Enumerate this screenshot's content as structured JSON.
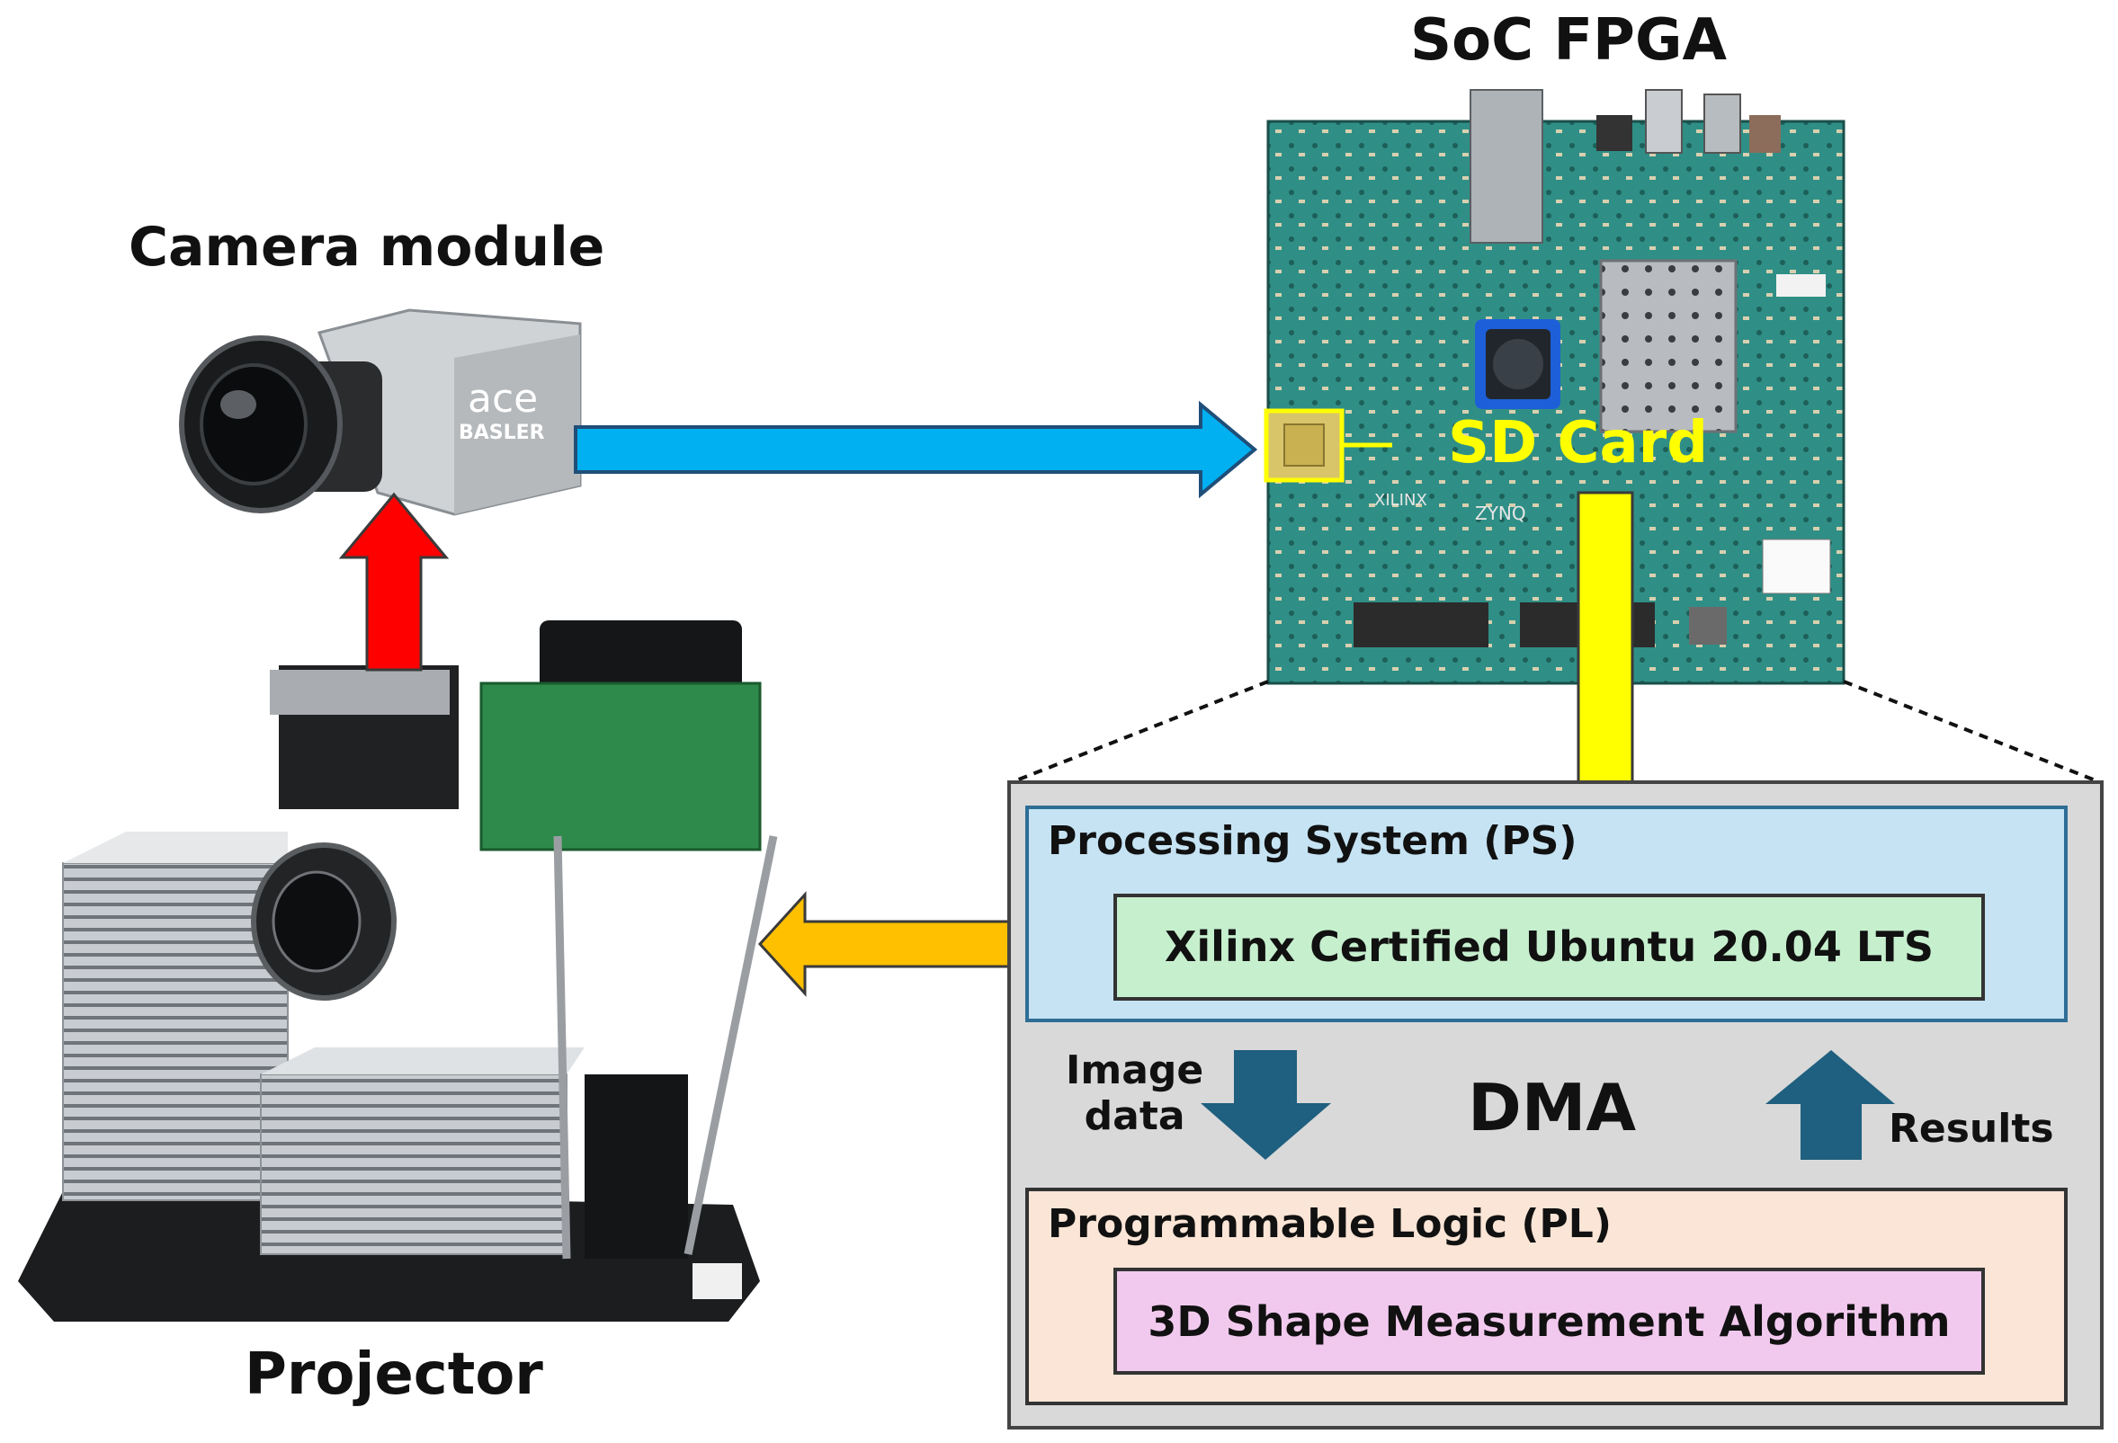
{
  "labels": {
    "soc_fpga": "SoC FPGA",
    "camera_module": "Camera module",
    "projector": "Projector",
    "sd_card": "SD Card",
    "processing_system": "Processing System (PS)",
    "ubuntu": "Xilinx Certified Ubuntu 20.04 LTS",
    "dma": "DMA",
    "image_data_line1": "Image",
    "image_data_line2": "data",
    "results": "Results",
    "programmable_logic": "Programmable Logic (PL)",
    "algorithm": "3D Shape Measurement Algorithm"
  },
  "board_markings": {
    "camera_brand": "ace",
    "camera_maker": "BASLER",
    "fpga_vendor": "XILINX",
    "fpga_family": "ZYNQ"
  },
  "colors": {
    "camera_to_fpga_arrow": "#00b0f0",
    "projector_to_camera_arrow": "#ff0000",
    "sd_to_ps_arrow": "#ffff00",
    "ubuntu_to_projector_arrow": "#ffc000",
    "dma_arrows": "#1f5f7f",
    "outer_panel": "#d9d9d9",
    "ps_panel": "#c5e3f3",
    "ubuntu_box": "#c6efce",
    "pl_panel": "#fbe5d6",
    "algorithm_box": "#f2c9ee",
    "sd_card_text": "#ffff00",
    "board_green": "#2f8f86"
  }
}
